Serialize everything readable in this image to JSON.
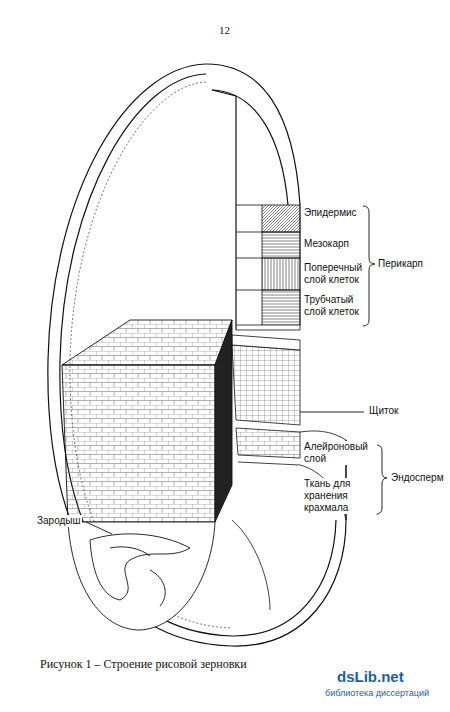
{
  "diagram": {
    "caption": "Рисунок 1 – Строение рисовой зерновки",
    "labels": [
      "12",
      "Эпидермис",
      "Мезокарп",
      "Поперечный слой клеток",
      "Трубчатый слой клеток",
      "Перикарп",
      "Щиток",
      "Алейроновый слой",
      "Эндосперм",
      "Ткань для хранения крахмала",
      "Зародыш",
      "dsLib.net",
      "библиотека диссертаций"
    ]
  }
}
